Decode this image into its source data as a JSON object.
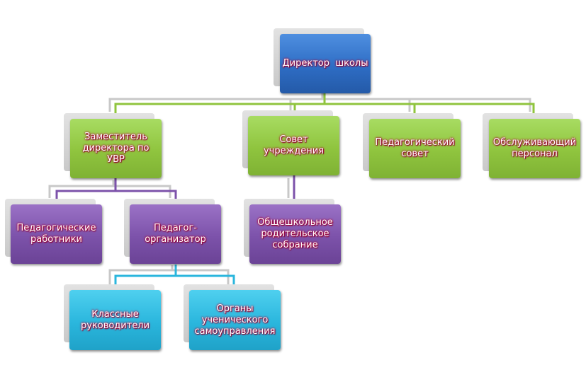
{
  "colors": {
    "blue": "#2e6dc4",
    "green": "#8fc43e",
    "purple": "#7c52aa",
    "cyan": "#2ab6dd",
    "gray_connector": "#c8c8c8",
    "text_glow": "#b0003a"
  },
  "nodes": {
    "director": "Директор  школы",
    "deputy": "Заместитель директора по УВР",
    "council": "Совет учреждения",
    "ped_council": "Педагогический совет",
    "service_staff": "Обслуживающий персонал",
    "ped_workers": "Педагогические работники",
    "ped_organizer": "Педагог-организатор",
    "parent_meeting": "Общешкольное родительское собрание",
    "class_teachers": "Классные руководители",
    "student_government": "Органы ученического самоуправления"
  }
}
